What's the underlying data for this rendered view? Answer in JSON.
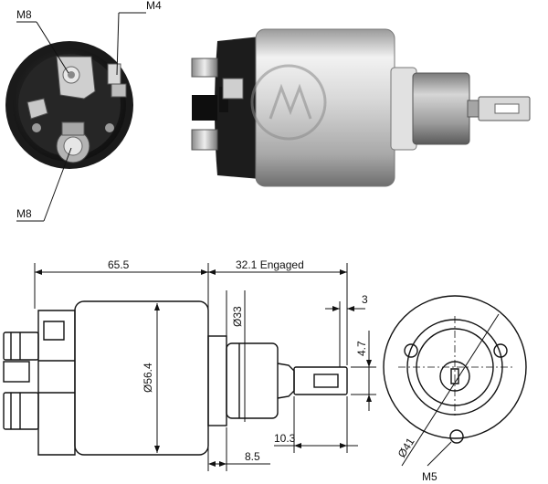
{
  "photo_labels": {
    "top_left": "M8",
    "top_right": "M4",
    "bottom_left": "M8"
  },
  "dimensions": {
    "body_length": "65.5",
    "engaged": "32.1 Engaged",
    "hub_diameter": "Ø33",
    "body_diameter": "Ø56.4",
    "plunger_gap": "3",
    "plunger_offset": "4.7",
    "plunger_tip": "10.3",
    "hub_length": "8.5",
    "bolt_circle": "Ø41",
    "mount_thread": "M5"
  },
  "colors": {
    "line": "#111111",
    "steel_light": "#e6e6e6",
    "steel_mid": "#b9b9b9",
    "steel_dark": "#6f6f6f",
    "black_cap": "#1d1d1d"
  }
}
